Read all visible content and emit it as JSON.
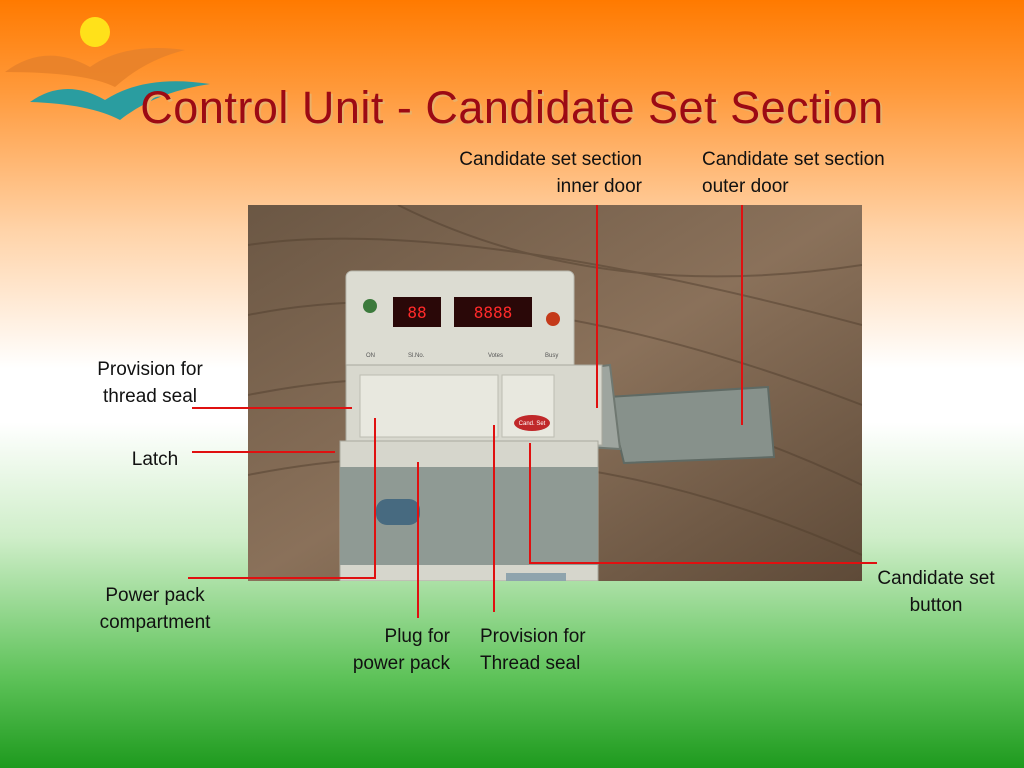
{
  "slide": {
    "title": "Control Unit - Candidate Set Section"
  },
  "device": {
    "button_label": "Cand. Set",
    "panel_labels": [
      "ON",
      "Sl.No.",
      "Votes",
      "Busy"
    ]
  },
  "callouts": {
    "inner_door": [
      "Candidate set section",
      "inner door"
    ],
    "outer_door": [
      "Candidate set section",
      "outer door"
    ],
    "thread_seal_left": [
      "Provision for",
      "thread seal"
    ],
    "latch": [
      "Latch"
    ],
    "power_pack_compartment": [
      "Power pack",
      "compartment"
    ],
    "plug": [
      "Plug for",
      "power pack"
    ],
    "thread_seal_bottom": [
      "Provision for",
      "Thread seal"
    ],
    "cand_set_button": [
      "Candidate set",
      "button"
    ]
  },
  "colors": {
    "title": "#9c0a14",
    "leader_line": "#e01010",
    "logo_sun": "#ffe11a",
    "logo_wing": "#e8822a",
    "logo_teal": "#2a9da0"
  }
}
